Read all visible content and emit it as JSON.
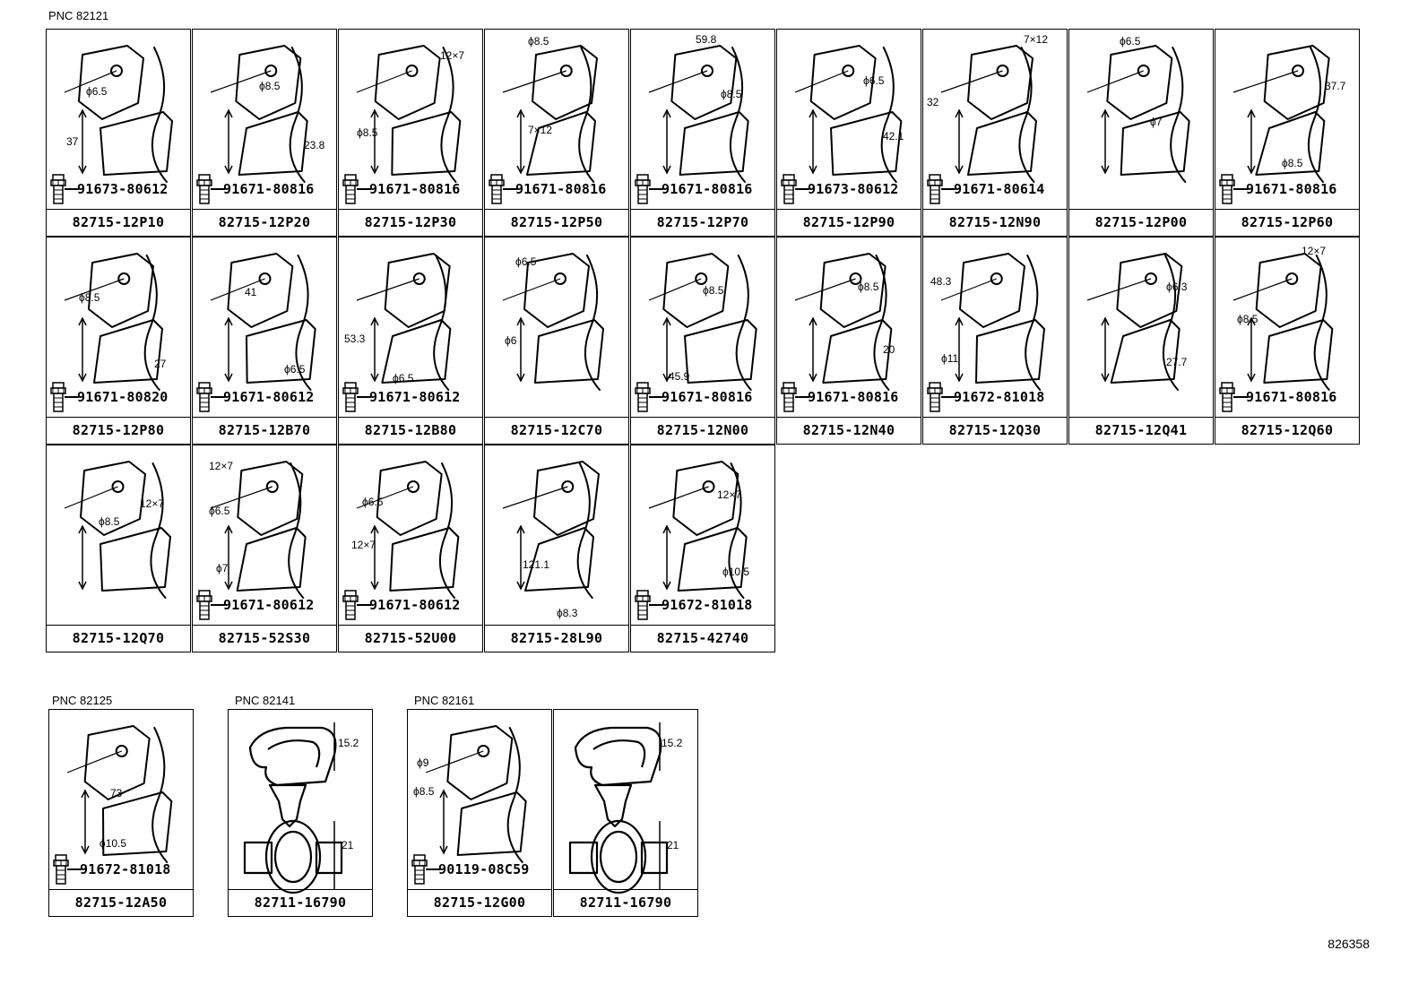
{
  "groups": [
    {
      "pnc": "PNC 82121"
    },
    {
      "pnc": "PNC 82125"
    },
    {
      "pnc": "PNC 82141"
    },
    {
      "pnc": "PNC 82161"
    }
  ],
  "cells": [
    {
      "part": "82715-12P10",
      "bolt": "91673-80612",
      "dims": [
        "ϕ6.5",
        "37"
      ]
    },
    {
      "part": "82715-12P20",
      "bolt": "91671-80816",
      "dims": [
        "ϕ8.5",
        "23.8"
      ]
    },
    {
      "part": "82715-12P30",
      "bolt": "91671-80816",
      "dims": [
        "12×7",
        "ϕ8.5"
      ]
    },
    {
      "part": "82715-12P50",
      "bolt": "91671-80816",
      "dims": [
        "ϕ8.5",
        "7×12"
      ]
    },
    {
      "part": "82715-12P70",
      "bolt": "91671-80816",
      "dims": [
        "59.8",
        "ϕ8.5"
      ]
    },
    {
      "part": "82715-12P90",
      "bolt": "91673-80612",
      "dims": [
        "ϕ6.5",
        "42.1"
      ]
    },
    {
      "part": "82715-12N90",
      "bolt": "91671-80614",
      "dims": [
        "7×12",
        "32"
      ]
    },
    {
      "part": "82715-12P00",
      "bolt": "",
      "dims": [
        "ϕ6.5",
        "ϕ7"
      ]
    },
    {
      "part": "82715-12P60",
      "bolt": "91671-80816",
      "dims": [
        "37.7",
        "ϕ8.5"
      ]
    },
    {
      "part": "82715-12P80",
      "bolt": "91671-80820",
      "dims": [
        "ϕ8.5",
        "27"
      ]
    },
    {
      "part": "82715-12B70",
      "bolt": "91671-80612",
      "dims": [
        "41",
        "ϕ6.5"
      ]
    },
    {
      "part": "82715-12B80",
      "bolt": "91671-80612",
      "dims": [
        "53.3",
        "ϕ6.5"
      ]
    },
    {
      "part": "82715-12C70",
      "bolt": "",
      "dims": [
        "ϕ6.5",
        "ϕ6"
      ]
    },
    {
      "part": "82715-12N00",
      "bolt": "91671-80816",
      "dims": [
        "ϕ8.5",
        "45.9"
      ]
    },
    {
      "part": "82715-12N40",
      "bolt": "91671-80816",
      "dims": [
        "ϕ8.5",
        "20"
      ]
    },
    {
      "part": "82715-12Q30",
      "bolt": "91672-81018",
      "dims": [
        "48.3",
        "ϕ11"
      ]
    },
    {
      "part": "82715-12Q41",
      "bolt": "",
      "dims": [
        "ϕ6.3",
        "27.7"
      ]
    },
    {
      "part": "82715-12Q60",
      "bolt": "91671-80816",
      "dims": [
        "12×7",
        "ϕ8.5"
      ]
    },
    {
      "part": "82715-12Q70",
      "bolt": "",
      "dims": [
        "ϕ8.5",
        "12×7"
      ]
    },
    {
      "part": "82715-52S30",
      "bolt": "91671-80612",
      "dims": [
        "12×7",
        "ϕ6.5",
        "ϕ7"
      ]
    },
    {
      "part": "82715-52U00",
      "bolt": "91671-80612",
      "dims": [
        "ϕ6.5",
        "12×7"
      ]
    },
    {
      "part": "82715-28L90",
      "bolt": "",
      "dims": [
        "121.1",
        "ϕ8.3"
      ]
    },
    {
      "part": "82715-42740",
      "bolt": "91672-81018",
      "dims": [
        "12×7",
        "ϕ10.5"
      ]
    },
    {
      "part": "82715-12A50",
      "bolt": "91672-81018",
      "dims": [
        "73",
        "ϕ10.5"
      ]
    },
    {
      "part": "82711-16790",
      "bolt": "",
      "dims": [
        "15.2",
        "21"
      ]
    },
    {
      "part": "82715-12G00",
      "bolt": "90119-08C59",
      "dims": [
        "ϕ9",
        "ϕ8.5"
      ]
    },
    {
      "part": "82711-16790",
      "bolt": "",
      "dims": [
        "15.2",
        "21"
      ]
    }
  ],
  "reference": "826358"
}
